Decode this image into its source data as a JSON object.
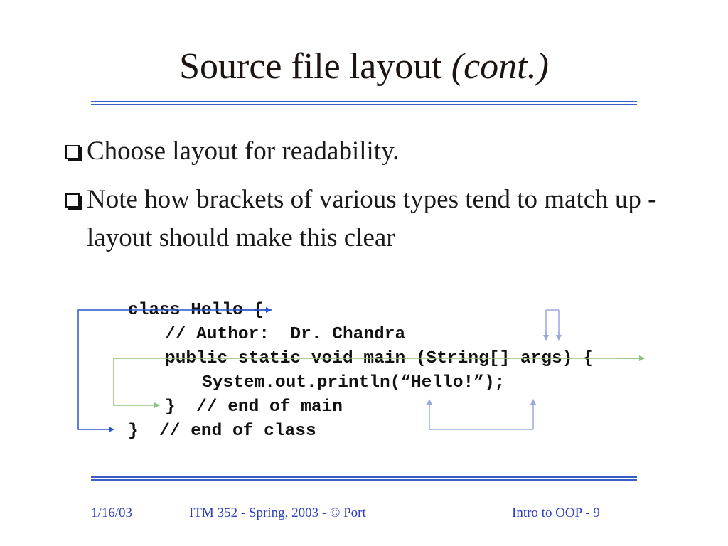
{
  "slide": {
    "title_main": "Source file layout ",
    "title_italic": "(cont.)",
    "bullets": [
      "Choose layout for readability.",
      "Note how brackets of various types tend to match up - layout should make this clear"
    ],
    "code_lines": [
      "class Hello {",
      "// Author:  Dr. Chandra",
      "public static void main (String[] args) {",
      "System.out.println(“Hello!”);",
      "}  // end of main",
      "}  // end of class"
    ],
    "footer": {
      "date": "1/16/03",
      "course": "ITM 352 - Spring, 2003 - © Port",
      "page": "Intro to OOP - 9"
    },
    "colors": {
      "rule": "#3a5fc9",
      "footer_text": "#2d3fc0",
      "arrow_class": "#2b55c8",
      "arrow_method": "#8fc37a",
      "arrow_parens": "#9aa8e0"
    }
  }
}
